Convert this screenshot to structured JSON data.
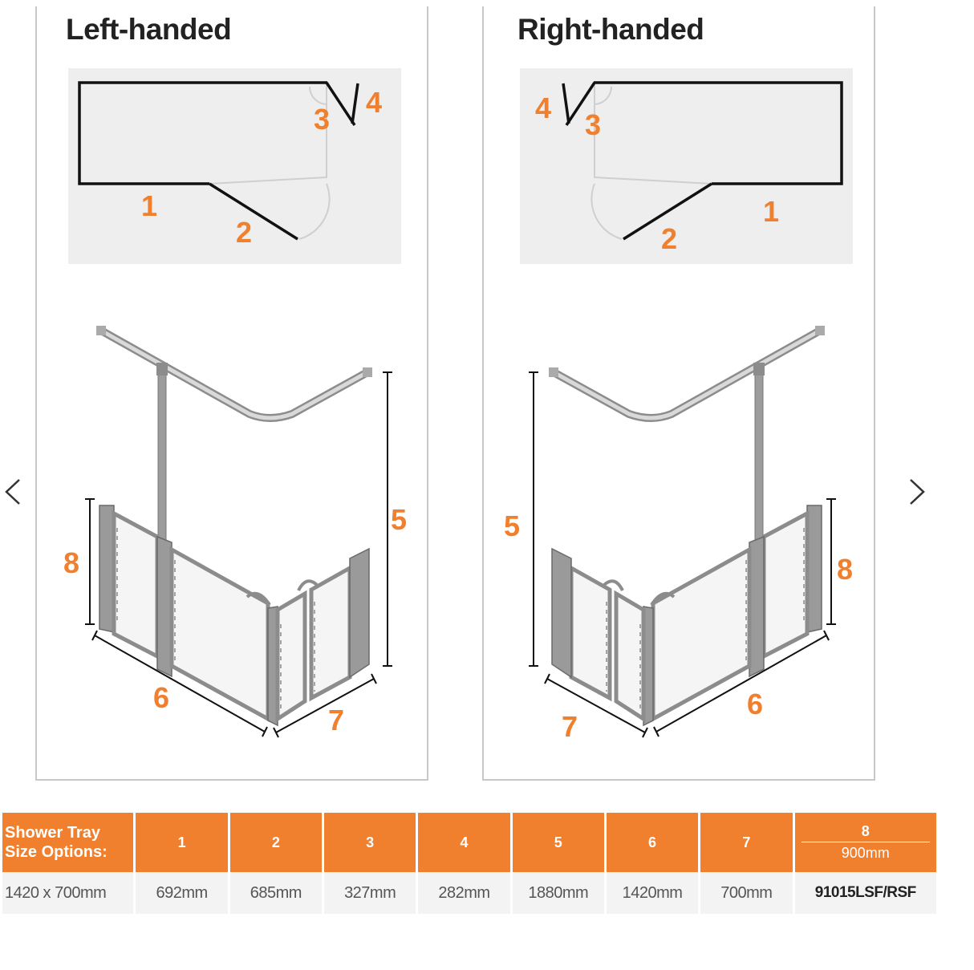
{
  "panels": [
    {
      "title": "Left-handed"
    },
    {
      "title": "Right-handed"
    }
  ],
  "plan_labels": [
    "1",
    "2",
    "3",
    "4"
  ],
  "iso_labels": [
    "5",
    "6",
    "7",
    "8"
  ],
  "colors": {
    "accent": "#f07f2e",
    "frame": "#8c8c8c",
    "plan_bg": "#eeeeee",
    "glass": "#f5f5f5"
  },
  "nav": {
    "prev_icon": "chevron-left-icon",
    "next_icon": "chevron-right-icon"
  },
  "table": {
    "header_first": "Shower Tray Size Options:",
    "headers": [
      "1",
      "2",
      "3",
      "4",
      "5",
      "6",
      "7"
    ],
    "header_last_top": "8",
    "header_last_bottom": "900mm",
    "row_first": "1420 x 700mm",
    "cells": [
      "692mm",
      "685mm",
      "327mm",
      "282mm",
      "1880mm",
      "1420mm",
      "700mm"
    ],
    "row_last": "91015LSF/RSF"
  }
}
